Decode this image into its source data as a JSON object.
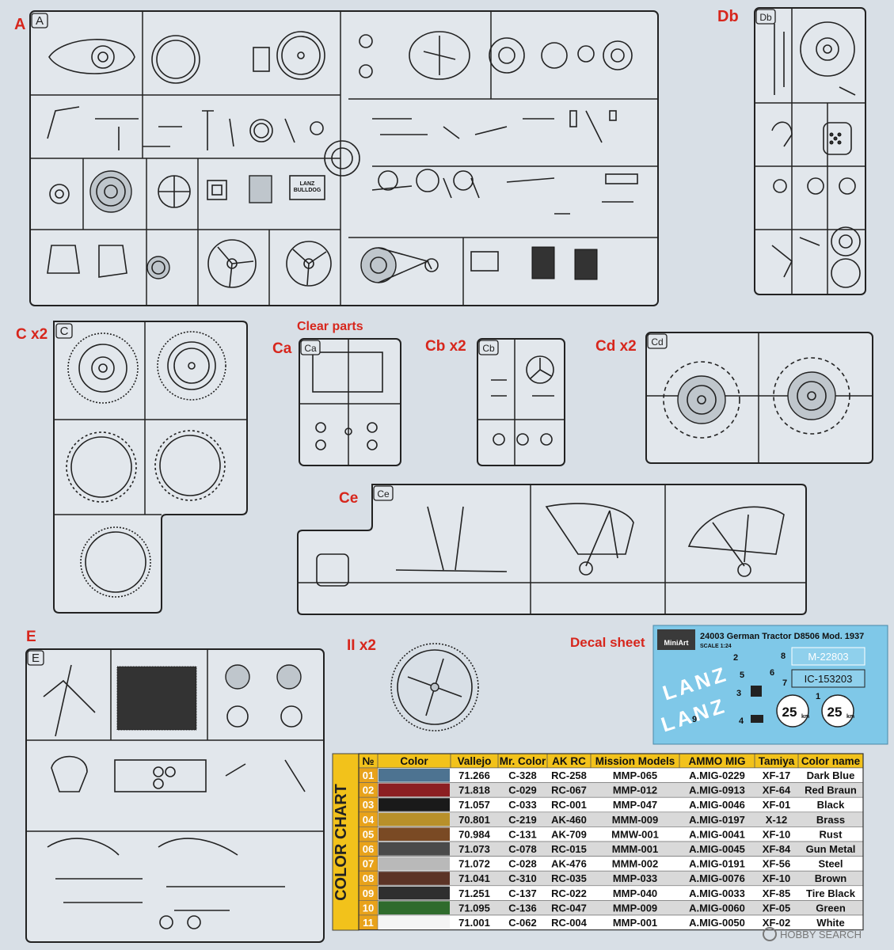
{
  "sprues": {
    "A": {
      "label": "A",
      "badge": "A"
    },
    "Db": {
      "label": "Db",
      "badge": "Db"
    },
    "C": {
      "label": "C x2",
      "badge": "C"
    },
    "Ca": {
      "label": "Ca",
      "badge": "Ca",
      "note": "Clear parts"
    },
    "Cb": {
      "label": "Cb x2",
      "badge": "Cb"
    },
    "Cd": {
      "label": "Cd x2",
      "badge": "Cd"
    },
    "Ce": {
      "label": "Ce",
      "badge": "Ce"
    },
    "E": {
      "label": "E",
      "badge": "E"
    },
    "II": {
      "label": "II x2"
    }
  },
  "part_texts": {
    "lanz_bulldog": "LANZ\nBULLDOG"
  },
  "decal": {
    "heading": "Decal sheet",
    "brand": "MiniArt",
    "title": "24003 German Tractor D8506 Mod. 1937",
    "scale": "SCALE 1:24",
    "plate1": "M-22803",
    "plate2": "IC-153203",
    "logo_text": "LANZ",
    "speed_value": "25",
    "speed_unit": "km",
    "numbers": [
      "1",
      "2",
      "3",
      "4",
      "5",
      "6",
      "7",
      "8",
      "9"
    ]
  },
  "color_chart": {
    "vertical_title": "COLOR CHART",
    "headers": [
      "№",
      "Color",
      "Vallejo",
      "Mr. Color",
      "AK RC",
      "Mission Models",
      "AMMO MIG",
      "Tamiya",
      "Color name"
    ],
    "rows": [
      {
        "no": "01",
        "swatch": "#4d7391",
        "vallejo": "71.266",
        "mr_color": "C-328",
        "ak_rc": "RC-258",
        "mission": "MMP-065",
        "ammo": "A.MIG-0229",
        "tamiya": "XF-17",
        "name": "Dark Blue"
      },
      {
        "no": "02",
        "swatch": "#8c1f22",
        "vallejo": "71.818",
        "mr_color": "C-029",
        "ak_rc": "RC-067",
        "mission": "MMP-012",
        "ammo": "A.MIG-0913",
        "tamiya": "XF-64",
        "name": "Red Braun"
      },
      {
        "no": "03",
        "swatch": "#1a1a1a",
        "vallejo": "71.057",
        "mr_color": "C-033",
        "ak_rc": "RC-001",
        "mission": "MMP-047",
        "ammo": "A.MIG-0046",
        "tamiya": "XF-01",
        "name": "Black"
      },
      {
        "no": "04",
        "swatch": "#b8902a",
        "vallejo": "70.801",
        "mr_color": "C-219",
        "ak_rc": "AK-460",
        "mission": "MMM-009",
        "ammo": "A.MIG-0197",
        "tamiya": "X-12",
        "name": "Brass"
      },
      {
        "no": "05",
        "swatch": "#7a4a24",
        "vallejo": "70.984",
        "mr_color": "C-131",
        "ak_rc": "AK-709",
        "mission": "MMW-001",
        "ammo": "A.MIG-0041",
        "tamiya": "XF-10",
        "name": "Rust"
      },
      {
        "no": "06",
        "swatch": "#4a4a4a",
        "vallejo": "71.073",
        "mr_color": "C-078",
        "ak_rc": "RC-015",
        "mission": "MMM-001",
        "ammo": "A.MIG-0045",
        "tamiya": "XF-84",
        "name": "Gun Metal"
      },
      {
        "no": "07",
        "swatch": "#b9b9b9",
        "vallejo": "71.072",
        "mr_color": "C-028",
        "ak_rc": "AK-476",
        "mission": "MMM-002",
        "ammo": "A.MIG-0191",
        "tamiya": "XF-56",
        "name": "Steel"
      },
      {
        "no": "08",
        "swatch": "#5c3426",
        "vallejo": "71.041",
        "mr_color": "C-310",
        "ak_rc": "RC-035",
        "mission": "MMP-033",
        "ammo": "A.MIG-0076",
        "tamiya": "XF-10",
        "name": "Brown"
      },
      {
        "no": "09",
        "swatch": "#2f2f2f",
        "vallejo": "71.251",
        "mr_color": "C-137",
        "ak_rc": "RC-022",
        "mission": "MMP-040",
        "ammo": "A.MIG-0033",
        "tamiya": "XF-85",
        "name": "Tire Black"
      },
      {
        "no": "10",
        "swatch": "#2f6b2c",
        "vallejo": "71.095",
        "mr_color": "C-136",
        "ak_rc": "RC-047",
        "mission": "MMP-009",
        "ammo": "A.MIG-0060",
        "tamiya": "XF-05",
        "name": "Green"
      },
      {
        "no": "11",
        "swatch": "#f4f4f4",
        "vallejo": "71.001",
        "mr_color": "C-062",
        "ak_rc": "RC-004",
        "mission": "MMP-001",
        "ammo": "A.MIG-0050",
        "tamiya": "XF-02",
        "name": "White"
      }
    ]
  },
  "watermark": {
    "text": "HOBBY SEARCH"
  },
  "colors": {
    "label_red": "#d7261c",
    "chart_header": "#f2c21b",
    "chart_rowno_bg": "#e8a21a",
    "decal_bg": "#7fc8e8",
    "background": "#d8dfe6"
  }
}
